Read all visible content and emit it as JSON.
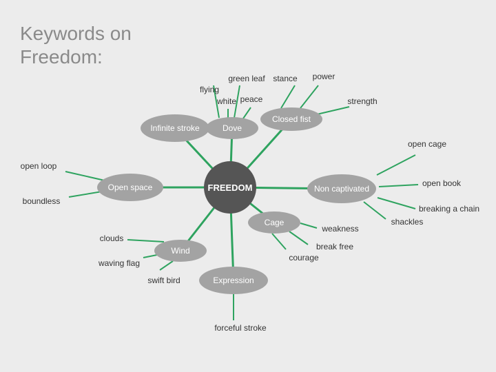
{
  "title": {
    "line1": "Keywords on",
    "line2": "Freedom:"
  },
  "colors": {
    "background": "#ececec",
    "center": "#555555",
    "node": "#a3a3a3",
    "line": "#2ea35f",
    "title": "#8a8a8a"
  },
  "center": {
    "label": "FREEDOM"
  },
  "nodes": [
    {
      "id": "infinite",
      "label": "Infinite stroke",
      "leaves": []
    },
    {
      "id": "dove",
      "label": "Dove",
      "leaves": [
        "flying",
        "white",
        "green leaf",
        "peace"
      ]
    },
    {
      "id": "fist",
      "label": "Closed fist",
      "leaves": [
        "stance",
        "power",
        "strength"
      ]
    },
    {
      "id": "openspace",
      "label": "Open space",
      "leaves": [
        "open loop",
        "boundless"
      ]
    },
    {
      "id": "noncapt",
      "label": "Non captivated",
      "leaves": [
        "open cage",
        "open book",
        "breaking a chain",
        "shackles"
      ]
    },
    {
      "id": "cage",
      "label": "Cage",
      "leaves": [
        "weakness",
        "break free",
        "courage"
      ]
    },
    {
      "id": "wind",
      "label": "Wind",
      "leaves": [
        "clouds",
        "waving flag",
        "swift bird"
      ]
    },
    {
      "id": "expression",
      "label": "Expression",
      "leaves": [
        "forceful stroke"
      ]
    }
  ]
}
